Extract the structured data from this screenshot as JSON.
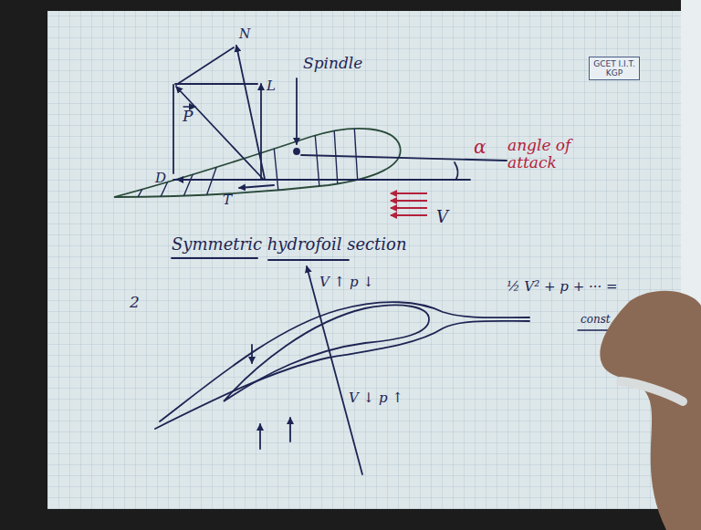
{
  "diagram": {
    "nodes": [
      {
        "text": [
          "GCET I.I.T. KGP"
        ]
      }
    ],
    "labels": [
      "N",
      "P",
      "L",
      "Spindle",
      "D",
      "T",
      "α",
      "angle of attack",
      "V",
      "Symmetric hydrofoil section",
      "2",
      "V ↑ p ↓",
      "V ↓ p ↑",
      "½ V² + p + ··· =",
      "const"
    ]
  }
}
